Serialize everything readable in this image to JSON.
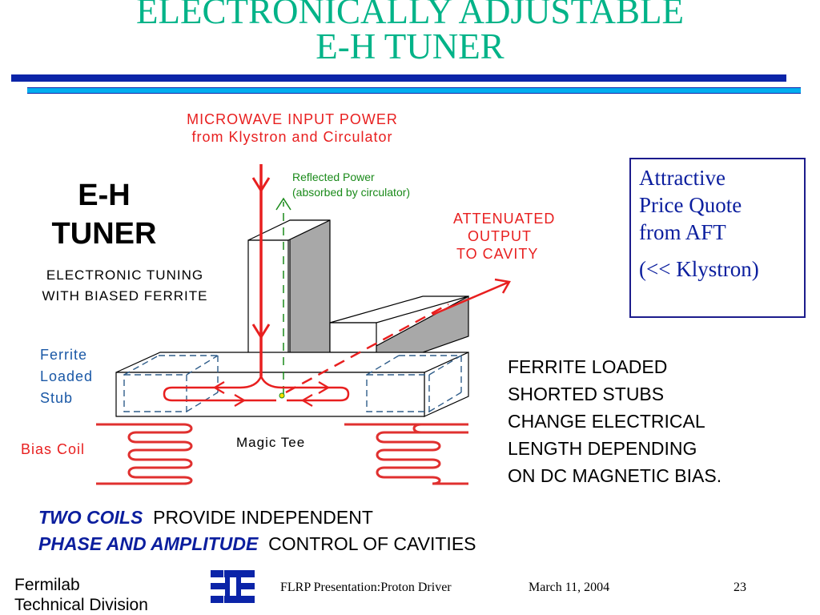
{
  "title": {
    "line1": "ELECTRONICALLY ADJUSTABLE",
    "line2": "E-H TUNER"
  },
  "diagram": {
    "input_power": {
      "line1": "MICROWAVE INPUT POWER",
      "line2": "from Klystron and Circulator"
    },
    "reflected_power": {
      "line1": "Reflected Power",
      "line2": "(absorbed by circulator)"
    },
    "attenuated_output": {
      "line1": "ATTENUATED",
      "line2": "OUTPUT",
      "line3": "TO CAVITY"
    },
    "eh_tuner": {
      "line1": "E-H",
      "line2": "TUNER"
    },
    "electronic_tuning": {
      "line1": "ELECTRONIC TUNING",
      "line2": "WITH BIASED FERRITE"
    },
    "ferrite_stub": {
      "line1": "Ferrite",
      "line2": "Loaded",
      "line3": "Stub"
    },
    "bias_coil": "Bias Coil",
    "magic_tee": "Magic Tee"
  },
  "quote": {
    "line1": "Attractive",
    "line2": "Price Quote",
    "line3": "from AFT",
    "line4": "(<<  Klystron)"
  },
  "ferrite_note": {
    "line1": "FERRITE LOADED",
    "line2": "SHORTED STUBS",
    "line3": "CHANGE ELECTRICAL",
    "line4": "LENGTH DEPENDING",
    "line5": "ON DC MAGNETIC BIAS."
  },
  "bottom_note": {
    "em1": "TWO COILS",
    "text1": "PROVIDE INDEPENDENT",
    "em2": "PHASE AND AMPLITUDE",
    "text2": "CONTROL OF CAVITIES"
  },
  "footer": {
    "org_line1": "Fermilab",
    "org_line2": "Technical Division",
    "presentation": "FLRP Presentation:Proton Driver",
    "date": "March 11, 2004",
    "page": "23"
  },
  "colors": {
    "title": "#00b388",
    "rule_dark": "#0b24a8",
    "rule_light": "#00aeef",
    "signal_red": "#e81f1f",
    "reflected_green": "#1a8a1a",
    "label_blue": "#1a58a6",
    "stub_dash": "#2f5d8a",
    "coil_red": "#e0302f"
  },
  "icons": {
    "logo": "fermilab-logo-icon"
  }
}
